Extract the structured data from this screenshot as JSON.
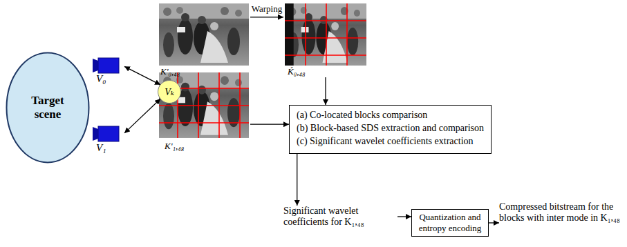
{
  "diagram": {
    "nodes": [
      {
        "text": [
          "Target scene"
        ]
      },
      {
        "text": [
          "V₀"
        ]
      },
      {
        "text": [
          "V₁"
        ]
      },
      {
        "text": [
          "Vₖ"
        ]
      },
      {
        "text": [
          "K'₀,₄₈"
        ]
      },
      {
        "text": [
          "Ḱ₀,₄₈"
        ]
      },
      {
        "text": [
          "K'₁,₄₈"
        ]
      },
      {
        "text": [
          "(a) Co-located blocks comparison",
          "(b) Block-based SDS extraction and comparison",
          "(c) Significant wavelet coefficients extraction"
        ]
      },
      {
        "text": [
          "Significant wavelet coefficients for K₁,₄₈"
        ]
      },
      {
        "text": [
          "Quantization and entropy encoding"
        ]
      },
      {
        "text": [
          "Compressed bitstream for the blocks with inter mode in K₁,₄₈"
        ]
      }
    ],
    "edges": [
      {
        "from": 3,
        "to": 1,
        "arrow": "both"
      },
      {
        "from": 3,
        "to": 2,
        "arrow": "both"
      },
      {
        "from": 4,
        "to": 5,
        "label": "Warping",
        "arrow": "to"
      },
      {
        "from": 5,
        "to": 7,
        "arrow": "to"
      },
      {
        "from": 6,
        "to": 7,
        "arrow": "to"
      },
      {
        "from": 7,
        "to": 8,
        "arrow": "to"
      },
      {
        "from": 8,
        "to": 9,
        "arrow": "to"
      },
      {
        "from": 9,
        "to": 10,
        "arrow": "to"
      }
    ]
  }
}
